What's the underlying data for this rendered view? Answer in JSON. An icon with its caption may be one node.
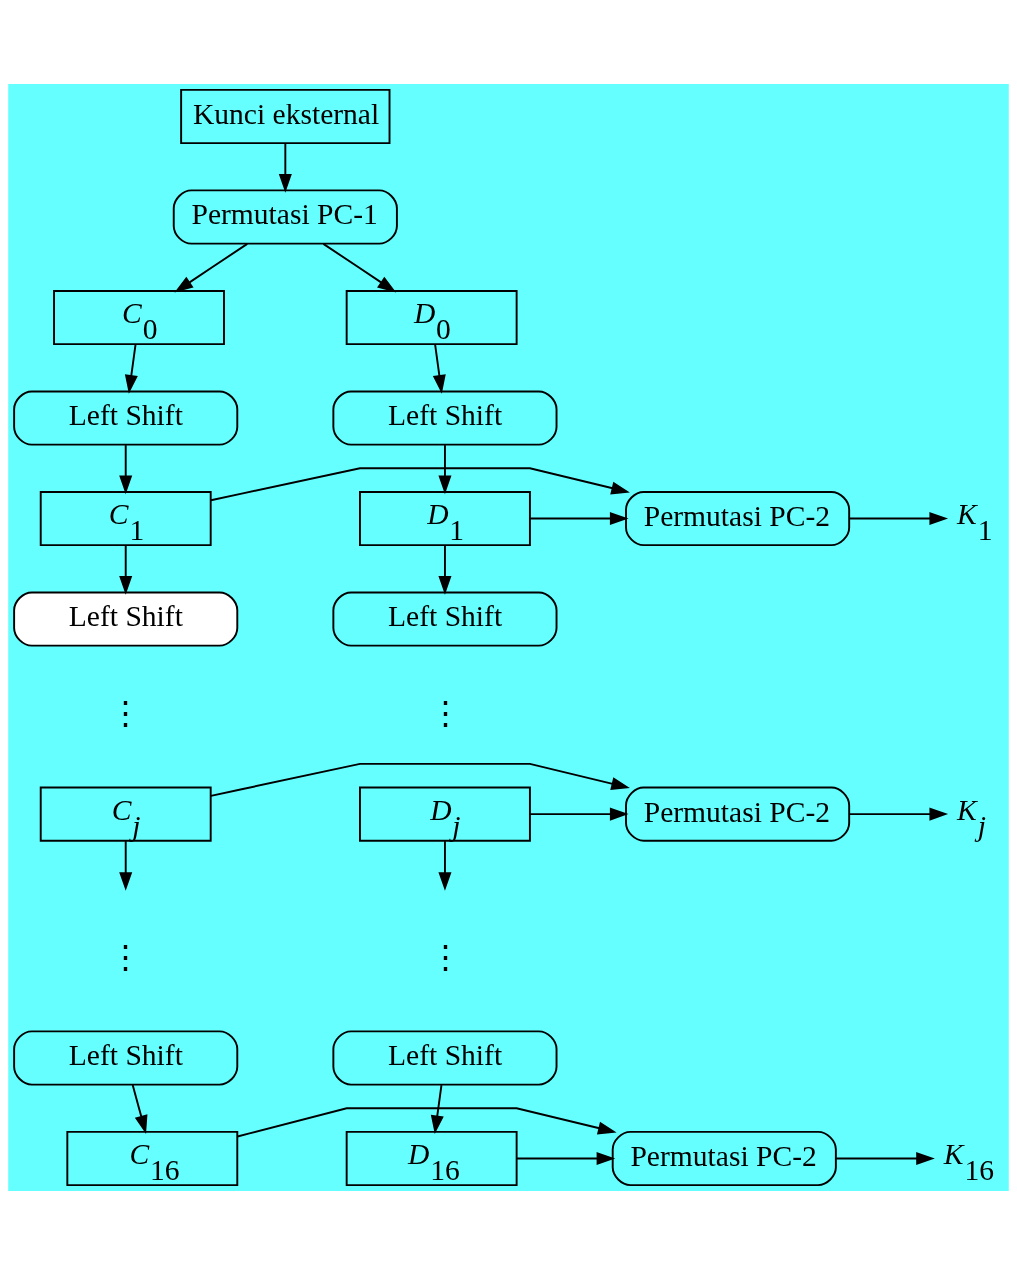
{
  "diagram": {
    "nodes": [
      {
        "text": [
          "Kunci eksternal"
        ]
      },
      {
        "text": [
          "Permutasi PC-1"
        ]
      },
      {
        "text": [
          "*C*$_{0}$"
        ]
      },
      {
        "text": [
          "*D*$_{0}$"
        ]
      },
      {
        "text": [
          "Left Shift"
        ]
      },
      {
        "text": [
          "Left Shift"
        ]
      },
      {
        "text": [
          "*C*$_{1}$"
        ]
      },
      {
        "text": [
          "*D*$_{1}$"
        ]
      },
      {
        "text": [
          "Permutasi PC-2"
        ]
      },
      {
        "text": [
          "*K*$_{1}$"
        ]
      },
      {
        "text": [
          "Left Shift"
        ]
      },
      {
        "text": [
          "Left Shift"
        ]
      },
      {
        "text": [
          "*C*$_{j}$"
        ]
      },
      {
        "text": [
          "*D*$_{j}$"
        ]
      },
      {
        "text": [
          "Permutasi PC-2"
        ]
      },
      {
        "text": [
          "*K*$_{j}$"
        ]
      },
      {
        "text": [
          "Left Shift"
        ]
      },
      {
        "text": [
          "Left Shift"
        ]
      },
      {
        "text": [
          "*C*$_{16}$"
        ]
      },
      {
        "text": [
          "*D*$_{16}$"
        ]
      },
      {
        "text": [
          "Permutasi PC-2"
        ]
      },
      {
        "text": [
          "*K*$_{16}$"
        ]
      }
    ],
    "edges": [
      {
        "from": 0,
        "to": 1,
        "arrow": "to"
      },
      {
        "from": 1,
        "to": 2,
        "arrow": "to"
      },
      {
        "from": 1,
        "to": 3,
        "arrow": "to"
      },
      {
        "from": 2,
        "to": 4,
        "arrow": "to"
      },
      {
        "from": 3,
        "to": 5,
        "arrow": "to"
      },
      {
        "from": 4,
        "to": 6,
        "arrow": "to"
      },
      {
        "from": 5,
        "to": 7,
        "arrow": "to"
      },
      {
        "from": 6,
        "to": 10,
        "arrow": "to"
      },
      {
        "from": 7,
        "to": 11,
        "arrow": "to"
      },
      {
        "from": 6,
        "to": 8,
        "arrow": "to"
      },
      {
        "from": 7,
        "to": 8,
        "arrow": "to"
      },
      {
        "from": 8,
        "to": 9,
        "arrow": "to"
      },
      {
        "from": 12,
        "to": 14,
        "arrow": "to"
      },
      {
        "from": 13,
        "to": 14,
        "arrow": "to"
      },
      {
        "from": 14,
        "to": 15,
        "arrow": "to"
      },
      {
        "from": 12,
        "to": null,
        "arrow": "to"
      },
      {
        "from": 13,
        "to": null,
        "arrow": "to"
      },
      {
        "from": 16,
        "to": 18,
        "arrow": "to"
      },
      {
        "from": 17,
        "to": 19,
        "arrow": "to"
      },
      {
        "from": 18,
        "to": 20,
        "arrow": "to"
      },
      {
        "from": 19,
        "to": 20,
        "arrow": "to"
      },
      {
        "from": 20,
        "to": 21,
        "arrow": "to"
      }
    ],
    "labels": [
      "⋮",
      "⋮",
      "⋮",
      "⋮"
    ]
  }
}
